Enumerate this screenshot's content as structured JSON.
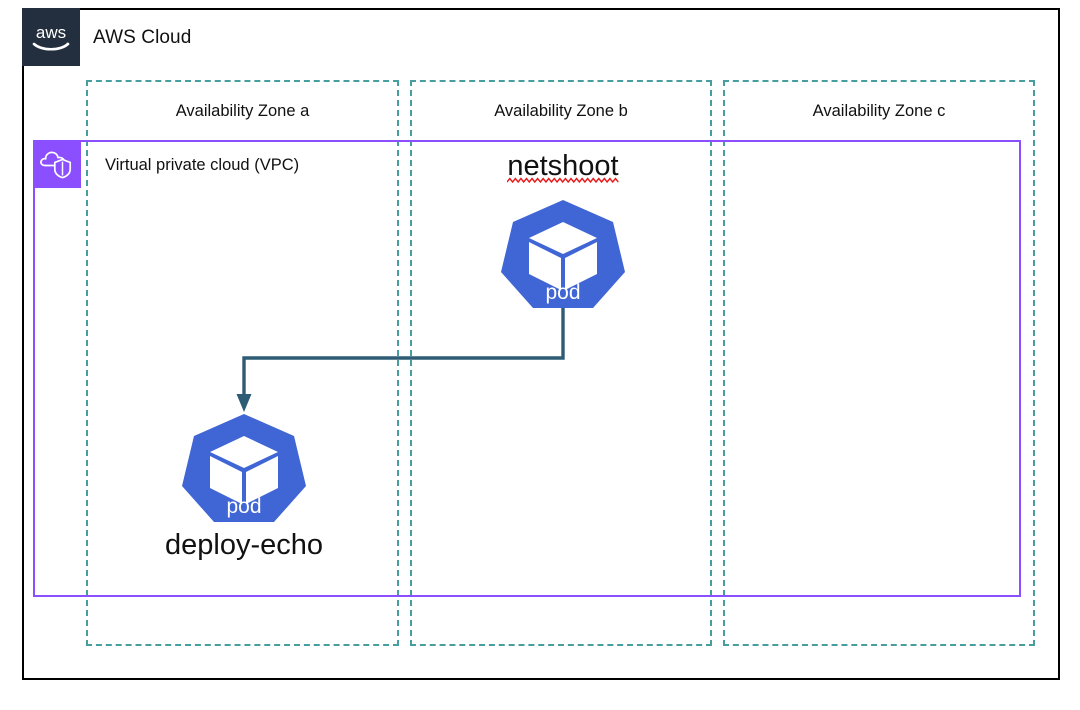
{
  "diagram": {
    "title": "AWS Cloud",
    "aws_logo_text": "aws",
    "colors": {
      "aws_navy": "#232F3E",
      "az_dashed_teal": "#479E9E",
      "vpc_purple": "#8C4FFF",
      "k8s_blue": "#4065D5",
      "connector_slate": "#2F5C75",
      "outer_border": "#000000",
      "spellcheck_red": "#E8191A"
    }
  },
  "availability_zones": [
    {
      "label": "Availability Zone a"
    },
    {
      "label": "Availability Zone b"
    },
    {
      "label": "Availability Zone c"
    }
  ],
  "vpc": {
    "label": "Virtual private cloud (VPC)",
    "icon": "vpc-cloud-shield-icon"
  },
  "nodes": [
    {
      "id": "netshoot",
      "title": "netshoot",
      "icon_label": "pod",
      "icon": "kubernetes-pod-icon",
      "zone": "Availability Zone b",
      "title_position": "above",
      "spellcheck_underline": true
    },
    {
      "id": "deploy-echo",
      "title": "deploy-echo",
      "icon_label": "pod",
      "icon": "kubernetes-pod-icon",
      "zone": "Availability Zone a",
      "title_position": "below",
      "spellcheck_underline": false
    }
  ],
  "connections": [
    {
      "from": "netshoot",
      "to": "deploy-echo",
      "style": "orthogonal-arrow",
      "label": ""
    }
  ]
}
